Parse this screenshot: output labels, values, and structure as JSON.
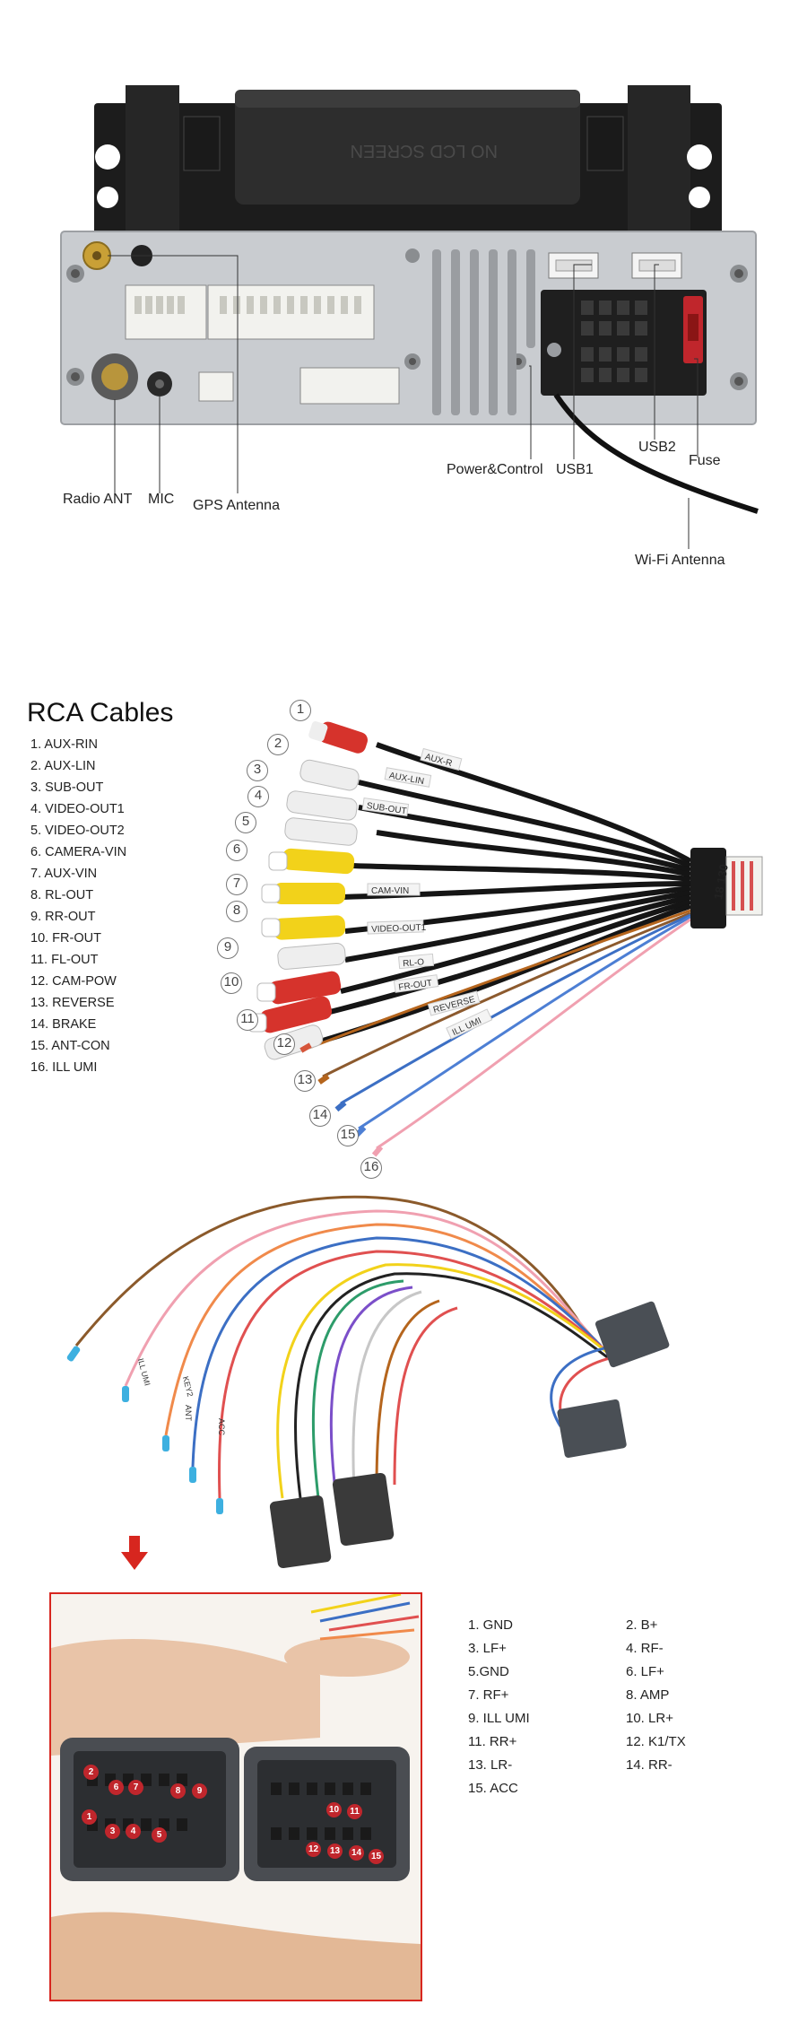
{
  "head_unit": {
    "screen_text": "NO LCD SCREEN",
    "labels": {
      "radio_ant": "Radio ANT",
      "mic": "MIC",
      "gps": "GPS Antenna",
      "power_control": "Power&Control",
      "usb1": "USB1",
      "usb2": "USB2",
      "fuse": "Fuse",
      "wifi": "Wi-Fi Antenna"
    }
  },
  "rca": {
    "title": "RCA Cables",
    "items": [
      "1. AUX-RIN",
      "2. AUX-LIN",
      "3. SUB-OUT",
      "4. VIDEO-OUT1",
      "5. VIDEO-OUT2",
      "6. CAMERA-VIN",
      "7. AUX-VIN",
      "8. RL-OUT",
      "9. RR-OUT",
      "10. FR-OUT",
      "11. FL-OUT",
      "12. CAM-POW",
      "13. REVERSE",
      "14. BRAKE",
      "15. ANT-CON",
      "16. ILL UMI"
    ],
    "callouts": [
      "1",
      "2",
      "3",
      "4",
      "5",
      "6",
      "7",
      "8",
      "9",
      "10",
      "11",
      "12",
      "13",
      "14",
      "15",
      "16"
    ],
    "cable_tags": [
      "AUX-R",
      "AUX-LIN",
      "SUB-OUT",
      "CAM-VIN",
      "VIDEO-OUT1",
      "RL-O",
      "FR-OUT",
      "REVERSE",
      "ILL UMI",
      "18 130"
    ]
  },
  "harness": {
    "wire_tags": [
      "ILL UMI",
      "KEY2",
      "ANT",
      "ACC"
    ]
  },
  "pinout": {
    "left_column": [
      "1. GND",
      "3. LF+",
      "5.GND",
      "7. RF+",
      "9. ILL UMI",
      "11. RR+",
      "13. LR-",
      "15. ACC"
    ],
    "right_column": [
      "2. B+",
      "4. RF-",
      "6. LF+",
      "8. AMP",
      "10. LR+",
      "12. K1/TX",
      "14. RR-"
    ],
    "badges": [
      "1",
      "2",
      "3",
      "4",
      "5",
      "6",
      "7",
      "8",
      "9",
      "10",
      "11",
      "12",
      "13",
      "14",
      "15"
    ]
  },
  "colors": {
    "accent_red": "#d7261f",
    "badge_red": "#c0262c",
    "panel_silver": "#c9ccd0",
    "rca_red": "#d6332c",
    "rca_white": "#eeeeee",
    "rca_yellow": "#f2d21a"
  }
}
